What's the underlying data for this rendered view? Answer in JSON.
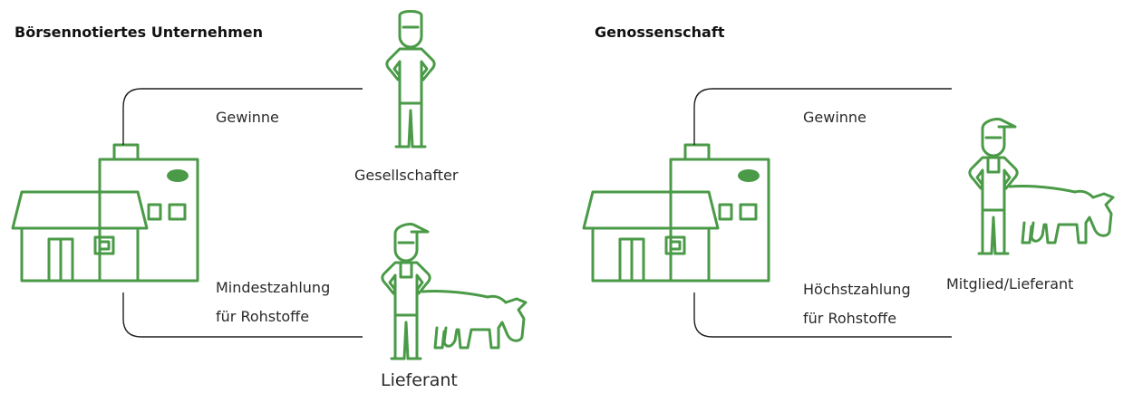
{
  "colors": {
    "accent": "#4a9a47",
    "line": "#1e1e1e"
  },
  "left": {
    "title": "Börsennotiertes Unternehmen",
    "top_flow_label": "Gewinne",
    "top_party_label": "Gesellschafter",
    "bottom_flow_label_1": "Mindestzahlung",
    "bottom_flow_label_2": "für Rohstoffe",
    "bottom_party_label": "Lieferant"
  },
  "right": {
    "title": "Genossenschaft",
    "top_flow_label": "Gewinne",
    "bottom_flow_label_1": "Höchstzahlung",
    "bottom_flow_label_2": "für Rohstoffe",
    "party_label": "Mitglied/Lieferant"
  },
  "icons": [
    "factory-icon",
    "shareholder-icon",
    "farmer-with-cow-icon"
  ]
}
